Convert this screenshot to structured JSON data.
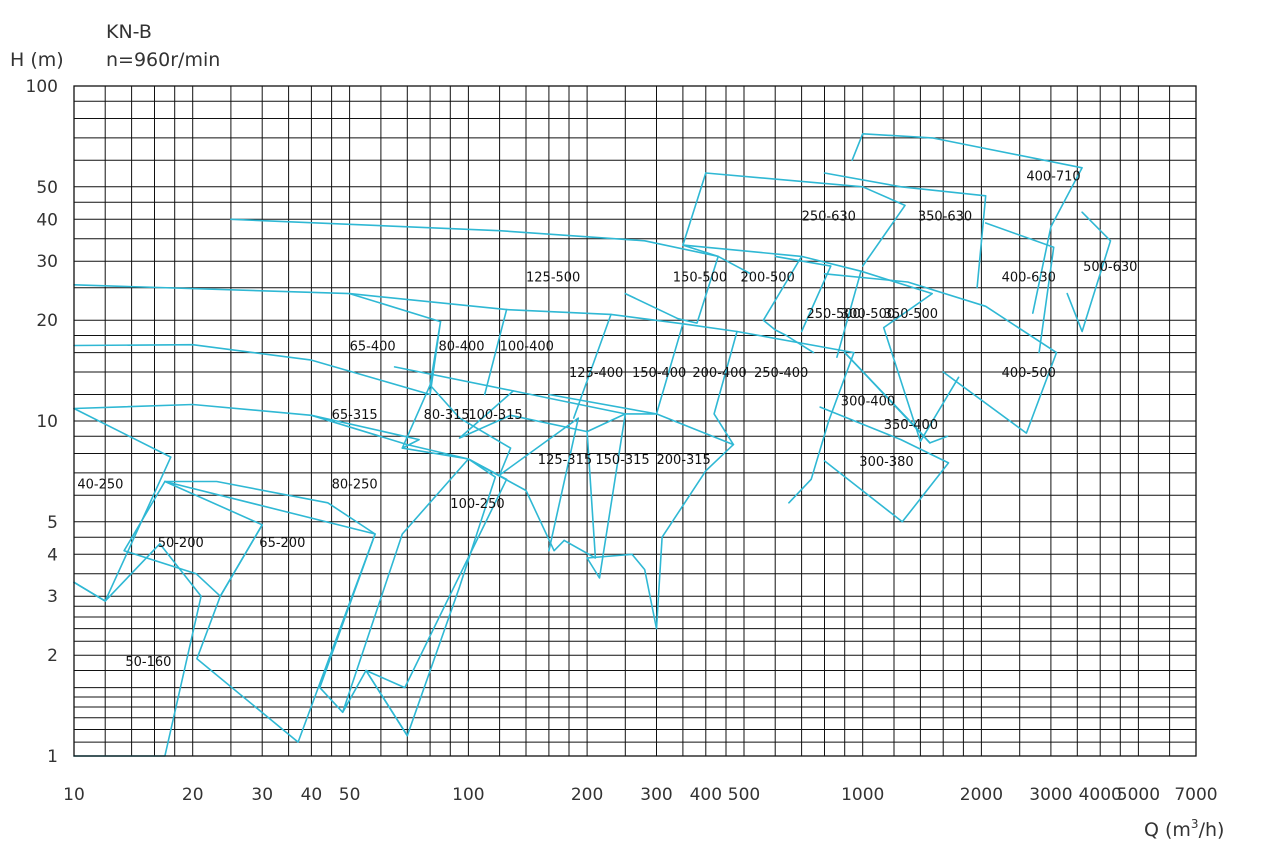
{
  "header": {
    "model": "KN-B",
    "speed": "n=960r/min",
    "y_title": "H (m)",
    "x_title_prefix": "Q (m",
    "x_title_sup": "3",
    "x_title_suffix": "/h)"
  },
  "chart_data": {
    "type": "line",
    "x_scale": "log",
    "y_scale": "log",
    "xlim": [
      10,
      7000
    ],
    "ylim": [
      1,
      100
    ],
    "grid": true,
    "xlabel": "Q (m3/h)",
    "ylabel": "H (m)",
    "x_ticks": [
      {
        "value": 10,
        "label": "10"
      },
      {
        "value": 20,
        "label": "20"
      },
      {
        "value": 30,
        "label": "30"
      },
      {
        "value": 40,
        "label": "40"
      },
      {
        "value": 50,
        "label": "50"
      },
      {
        "value": 100,
        "label": "100"
      },
      {
        "value": 200,
        "label": "200"
      },
      {
        "value": 300,
        "label": "300"
      },
      {
        "value": 400,
        "label": "400"
      },
      {
        "value": 500,
        "label": "500"
      },
      {
        "value": 1000,
        "label": "1000"
      },
      {
        "value": 2000,
        "label": "2000"
      },
      {
        "value": 3000,
        "label": "3000"
      },
      {
        "value": 4000,
        "label": "4000"
      },
      {
        "value": 5000,
        "label": "5000"
      },
      {
        "value": 7000,
        "label": "7000"
      }
    ],
    "y_ticks": [
      {
        "value": 1,
        "label": "1"
      },
      {
        "value": 2,
        "label": "2"
      },
      {
        "value": 3,
        "label": "3"
      },
      {
        "value": 4,
        "label": "4"
      },
      {
        "value": 5,
        "label": "5"
      },
      {
        "value": 10,
        "label": "10"
      },
      {
        "value": 20,
        "label": "20"
      },
      {
        "value": 30,
        "label": "30"
      },
      {
        "value": 40,
        "label": "40"
      },
      {
        "value": 50,
        "label": "50"
      },
      {
        "value": 100,
        "label": "100"
      }
    ],
    "x_grid": [
      10,
      12,
      14,
      16,
      18,
      20,
      25,
      30,
      35,
      40,
      45,
      50,
      60,
      70,
      80,
      90,
      100,
      120,
      140,
      160,
      180,
      200,
      250,
      300,
      350,
      400,
      450,
      500,
      600,
      700,
      800,
      900,
      1000,
      1200,
      1400,
      1600,
      1800,
      2000,
      2500,
      3000,
      3500,
      4000,
      4500,
      5000,
      6000,
      7000
    ],
    "y_grid": [
      1,
      1.1,
      1.2,
      1.3,
      1.4,
      1.5,
      1.6,
      1.8,
      2,
      2.2,
      2.4,
      2.6,
      2.8,
      3,
      3.5,
      4,
      4.5,
      5,
      6,
      7,
      8,
      9,
      10,
      12,
      14,
      16,
      18,
      20,
      25,
      30,
      35,
      40,
      45,
      50,
      60,
      70,
      80,
      90,
      100
    ],
    "regions": [
      {
        "name": "50-160",
        "label": [
          13.5,
          1.92
        ],
        "outline": [
          [
            10,
            3.3
          ],
          [
            12,
            2.9
          ],
          [
            16.5,
            4.3
          ],
          [
            21,
            3.0
          ],
          [
            17,
            1.0
          ],
          [
            10,
            1.0
          ]
        ]
      },
      {
        "name": "40-250",
        "label": [
          10.2,
          6.5
        ],
        "outline": [
          [
            10,
            10.9
          ],
          [
            17.6,
            7.8
          ],
          [
            12,
            2.9
          ],
          [
            10,
            3.3
          ]
        ]
      },
      {
        "name": "50-200",
        "label": [
          16.3,
          4.35
        ],
        "outline": [
          [
            13.4,
            4.1
          ],
          [
            17,
            6.6
          ],
          [
            30,
            4.9
          ],
          [
            23.5,
            3.0
          ],
          [
            20.4,
            3.5
          ],
          [
            13.4,
            4.1
          ]
        ]
      },
      {
        "name": "65-200",
        "label": [
          29.5,
          4.35
        ],
        "outline": [
          [
            17,
            6.6
          ],
          [
            58,
            4.6
          ],
          [
            37,
            1.1
          ],
          [
            20.5,
            1.95
          ],
          [
            23.5,
            3.0
          ],
          [
            30,
            4.9
          ]
        ]
      },
      {
        "name": "80-250",
        "label": [
          45,
          6.5
        ],
        "outline": [
          [
            17,
            6.6
          ],
          [
            23,
            6.6
          ],
          [
            44,
            5.7
          ],
          [
            58,
            4.6
          ],
          [
            42,
            1.6
          ],
          [
            48,
            1.35
          ],
          [
            68,
            4.6
          ],
          [
            100,
            7.7
          ],
          [
            117,
            6.8
          ],
          [
            95,
            3.2
          ],
          [
            70,
            1.15
          ],
          [
            55,
            1.8
          ],
          [
            48,
            1.35
          ]
        ]
      },
      {
        "name": "65-315",
        "label": [
          45,
          10.5
        ],
        "outline": [
          [
            10,
            10.9
          ],
          [
            20,
            11.2
          ],
          [
            40,
            10.4
          ],
          [
            70,
            8.5
          ],
          [
            100,
            7.7
          ],
          [
            125,
            6.7
          ],
          [
            69,
            1.6
          ],
          [
            55,
            1.8
          ],
          [
            70,
            1.15
          ]
        ]
      },
      {
        "name": "100-250",
        "label": [
          90,
          5.7
        ],
        "outline": [
          [
            68,
            8.3
          ],
          [
            100,
            7.7
          ],
          [
            140,
            6.2
          ],
          [
            165,
            4.1
          ],
          [
            175,
            4.4
          ]
        ]
      },
      {
        "name": "80-315",
        "label": [
          77,
          10.5
        ],
        "outline": [
          [
            40,
            10.4
          ],
          [
            75,
            8.8
          ],
          [
            68,
            8.3
          ],
          [
            80,
            12.8
          ],
          [
            95,
            10.2
          ],
          [
            128,
            8.3
          ],
          [
            120,
            6.9
          ],
          [
            190,
            10.2
          ],
          [
            160,
            4.1
          ]
        ]
      },
      {
        "name": "100-315",
        "label": [
          100,
          10.5
        ],
        "outline": [
          [
            65,
            14.5
          ],
          [
            130,
            12.3
          ],
          [
            95,
            8.9
          ],
          [
            128,
            10.4
          ],
          [
            200,
            9.3
          ],
          [
            210,
            3.9
          ],
          [
            175,
            4.4
          ]
        ]
      },
      {
        "name": "125-315",
        "label": [
          150,
          7.7
        ],
        "outline": [
          [
            130,
            12.3
          ],
          [
            250,
            10.5
          ],
          [
            200,
            9.3
          ]
        ]
      },
      {
        "name": "150-315",
        "label": [
          210,
          7.7
        ],
        "outline": [
          [
            160,
            12.0
          ],
          [
            300,
            10.5
          ],
          [
            250,
            10.5
          ],
          [
            215,
            3.4
          ],
          [
            200,
            3.9
          ]
        ]
      },
      {
        "name": "200-315",
        "label": [
          300,
          7.7
        ],
        "outline": [
          [
            300,
            10.5
          ],
          [
            470,
            8.5
          ],
          [
            400,
            7.1
          ],
          [
            310,
            4.5
          ],
          [
            300,
            2.4
          ],
          [
            280,
            3.6
          ],
          [
            260,
            4.0
          ],
          [
            200,
            3.9
          ]
        ]
      },
      {
        "name": "65-400",
        "label": [
          50,
          16.8
        ],
        "outline": [
          [
            10,
            16.8
          ],
          [
            20,
            16.9
          ],
          [
            40,
            15.2
          ],
          [
            80,
            12.0
          ],
          [
            85,
            19.8
          ],
          [
            80,
            12.8
          ]
        ]
      },
      {
        "name": "80-400",
        "label": [
          84,
          16.8
        ],
        "outline": [
          [
            10,
            25.5
          ],
          [
            50,
            24.0
          ],
          [
            85,
            19.8
          ]
        ]
      },
      {
        "name": "100-400",
        "label": [
          120,
          16.8
        ],
        "outline": [
          [
            50,
            24.0
          ],
          [
            125,
            21.5
          ],
          [
            110,
            12.0
          ]
        ]
      },
      {
        "name": "125-400",
        "label": [
          180,
          14.0
        ],
        "outline": [
          [
            125,
            21.5
          ],
          [
            230,
            20.8
          ],
          [
            185,
            10.2
          ]
        ]
      },
      {
        "name": "150-400",
        "label": [
          260,
          14.0
        ],
        "outline": [
          [
            230,
            20.8
          ],
          [
            350,
            19.5
          ],
          [
            300,
            10.5
          ]
        ]
      },
      {
        "name": "200-400",
        "label": [
          370,
          14.0
        ],
        "outline": [
          [
            350,
            19.5
          ],
          [
            480,
            18.5
          ],
          [
            420,
            10.5
          ],
          [
            470,
            8.5
          ]
        ]
      },
      {
        "name": "250-400",
        "label": [
          530,
          14.0
        ],
        "outline": [
          [
            480,
            18.5
          ],
          [
            950,
            16.0
          ],
          [
            820,
            10.0
          ],
          [
            740,
            6.7
          ],
          [
            650,
            5.7
          ]
        ]
      },
      {
        "name": "125-500",
        "label": [
          140,
          27.0
        ],
        "outline": [
          [
            25,
            40.0
          ],
          [
            120,
            37.0
          ],
          [
            280,
            34.5
          ],
          [
            430,
            31.0
          ],
          [
            380,
            19.6
          ],
          [
            340,
            20.2
          ],
          [
            250,
            24.0
          ]
        ]
      },
      {
        "name": "150-500",
        "label": [
          330,
          27.0
        ],
        "outline": [
          [
            400,
            55.0
          ],
          [
            350,
            33.5
          ],
          [
            430,
            31.0
          ],
          [
            520,
            27.5
          ]
        ]
      },
      {
        "name": "200-500",
        "label": [
          490,
          27.0
        ],
        "outline": [
          [
            350,
            33.5
          ],
          [
            700,
            31.0
          ],
          [
            560,
            20.0
          ],
          [
            600,
            18.7
          ],
          [
            640,
            18.0
          ],
          [
            750,
            16.0
          ]
        ]
      },
      {
        "name": "250-630",
        "label": [
          700,
          41.0
        ],
        "outline": [
          [
            400,
            55.0
          ],
          [
            1000,
            50.0
          ],
          [
            1280,
            44.0
          ],
          [
            1000,
            29.0
          ]
        ]
      },
      {
        "name": "250-500",
        "label": [
          720,
          21.0
        ],
        "outline": [
          [
            600,
            31.0
          ],
          [
            830,
            29.0
          ],
          [
            700,
            18.5
          ]
        ]
      },
      {
        "name": "300-500",
        "label": [
          880,
          21.0
        ],
        "outline": [
          [
            700,
            31.0
          ],
          [
            990,
            28.0
          ],
          [
            860,
            15.5
          ]
        ]
      },
      {
        "name": "350-500",
        "label": [
          1130,
          21.0
        ],
        "outline": [
          [
            990,
            28.0
          ],
          [
            1500,
            24.0
          ],
          [
            1130,
            19.0
          ],
          [
            1400,
            8.7
          ],
          [
            1750,
            13.5
          ]
        ]
      },
      {
        "name": "300-400",
        "label": [
          880,
          11.5
        ],
        "outline": [
          [
            900,
            16.0
          ],
          [
            1350,
            9.7
          ],
          [
            1480,
            8.6
          ]
        ]
      },
      {
        "name": "350-400",
        "label": [
          1130,
          9.8
        ],
        "outline": [
          [
            900,
            16.0
          ],
          [
            1480,
            8.6
          ],
          [
            1640,
            9.0
          ]
        ]
      },
      {
        "name": "300-380",
        "label": [
          980,
          7.6
        ],
        "outline": [
          [
            780,
            11.0
          ],
          [
            1250,
            8.8
          ],
          [
            1650,
            7.5
          ],
          [
            1260,
            5.0
          ],
          [
            800,
            7.6
          ]
        ]
      },
      {
        "name": "350-630",
        "label": [
          1380,
          41.0
        ],
        "outline": [
          [
            800,
            55.0
          ],
          [
            1250,
            50.0
          ],
          [
            2050,
            47.0
          ],
          [
            1950,
            25.0
          ]
        ]
      },
      {
        "name": "400-500",
        "label": [
          2250,
          14.0
        ],
        "outline": [
          [
            800,
            27.5
          ],
          [
            1300,
            26.0
          ],
          [
            2050,
            22.0
          ],
          [
            3100,
            16.0
          ],
          [
            2600,
            9.2
          ],
          [
            1600,
            14.0
          ]
        ]
      },
      {
        "name": "400-630",
        "label": [
          2250,
          27.0
        ],
        "outline": [
          [
            2050,
            39.0
          ],
          [
            3050,
            33.0
          ],
          [
            2800,
            16.0
          ]
        ]
      },
      {
        "name": "400-710",
        "label": [
          2600,
          54.0
        ],
        "outline": [
          [
            940,
            60.0
          ],
          [
            1000,
            72.0
          ],
          [
            1500,
            70.0
          ],
          [
            3600,
            57.0
          ],
          [
            3000,
            38.0
          ],
          [
            2700,
            21.0
          ]
        ]
      },
      {
        "name": "500-630",
        "label": [
          3620,
          29.0
        ],
        "outline": [
          [
            3600,
            42.0
          ],
          [
            4250,
            34.5
          ],
          [
            3600,
            18.5
          ],
          [
            3300,
            24.0
          ]
        ]
      }
    ]
  }
}
